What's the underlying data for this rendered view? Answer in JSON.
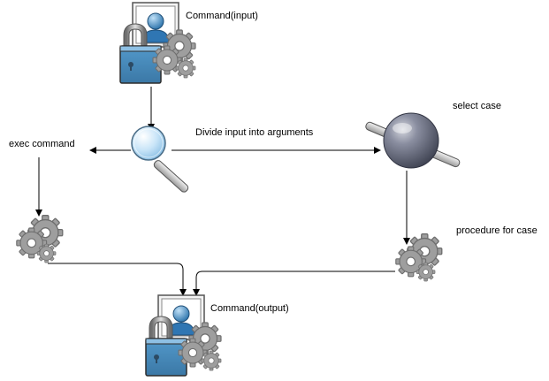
{
  "labels": {
    "input_node": "Command(input)",
    "output_node": "Command(output)",
    "divide_edge": "Divide input into arguments",
    "exec_command": "exec command",
    "select_case": "select case",
    "procedure_for_case": "procedure for case"
  },
  "icons": {
    "input_node": "user-lock-gears-icon",
    "output_node": "user-lock-gears-icon",
    "parser": "magnifier-icon",
    "selector": "sphere-on-rod-icon",
    "exec_gears": "gears-icon",
    "procedure_gears": "gears-icon"
  },
  "colors": {
    "gear": "#9e9e9e",
    "lock_body": "#4f94c5",
    "sphere": "#6a6f80",
    "lens": "#b9dcf5",
    "edge": "#000000"
  }
}
